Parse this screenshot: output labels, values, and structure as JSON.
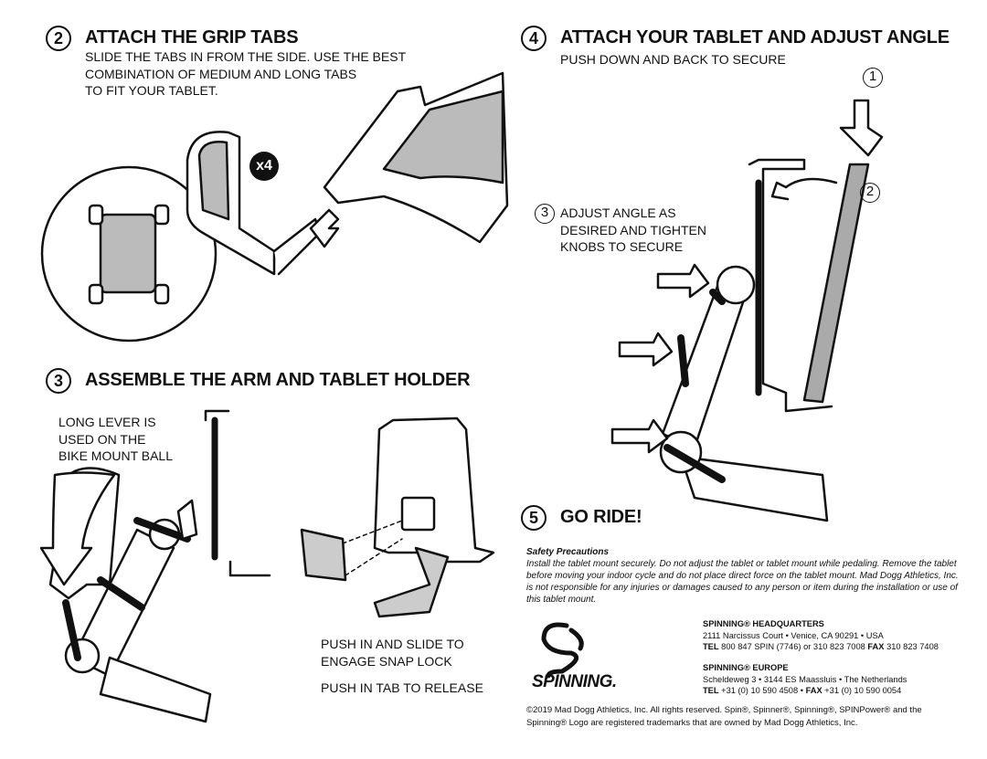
{
  "step2": {
    "number": "2",
    "title": "ATTACH THE GRIP TABS",
    "lines": [
      "SLIDE THE TABS IN FROM THE SIDE.  USE THE BEST",
      "COMBINATION OF MEDIUM AND LONG TABS",
      "TO FIT YOUR TABLET."
    ],
    "badge": "x4"
  },
  "step3": {
    "number": "3",
    "title": "ASSEMBLE THE ARM AND TABLET HOLDER",
    "lever_note": [
      "LONG LEVER IS",
      "USED ON THE",
      "BIKE MOUNT BALL"
    ],
    "push_note": [
      "PUSH IN AND SLIDE TO",
      "ENGAGE SNAP LOCK"
    ],
    "release_note": "PUSH IN TAB TO RELEASE"
  },
  "step4": {
    "number": "4",
    "title": "ATTACH YOUR TABLET AND ADJUST ANGLE",
    "subtitle": "PUSH DOWN AND BACK TO SECURE",
    "callout1": "1",
    "callout2": "2",
    "callout3": "3",
    "adjust_note": [
      "ADJUST ANGLE AS",
      "DESIRED AND TIGHTEN",
      "KNOBS TO SECURE"
    ]
  },
  "step5": {
    "number": "5",
    "title": "GO RIDE!"
  },
  "safety": {
    "title": "Safety Precautions",
    "text": "Install the tablet mount securely.  Do not adjust the tablet or tablet mount while pedaling.  Remove the tablet before moving your indoor cycle and do not place direct force on the tablet mount. Mad Dogg Athletics, Inc. is not responsible for any injuries or damages caused to any person or item during the installation or use of this tablet mount."
  },
  "logo": {
    "text": "SPINNING."
  },
  "hq": {
    "title": "SPINNING® HEADQUARTERS",
    "address": "2111 Narcissus Court • Venice, CA 90291 • USA",
    "tel_label": "TEL",
    "tel": " 800 847 SPIN (7746) or 310 823 7008 ",
    "fax_label": "FAX",
    "fax": " 310 823 7408"
  },
  "europe": {
    "title": "SPINNING® EUROPE",
    "address": "Scheldeweg 3 • 3144 ES Maassluis • The Netherlands",
    "tel_label": "TEL",
    "tel": " +31 (0) 10 590 4508 • ",
    "fax_label": "FAX",
    "fax": " +31 (0) 10 590 0054"
  },
  "copyright": [
    "©2019 Mad Dogg Athletics, Inc.  All rights reserved.   Spin®, Spinner®, Spinning®, SPINPower® and the",
    "Spinning® Logo are registered trademarks that are owned by Mad Dogg Athletics, Inc."
  ]
}
